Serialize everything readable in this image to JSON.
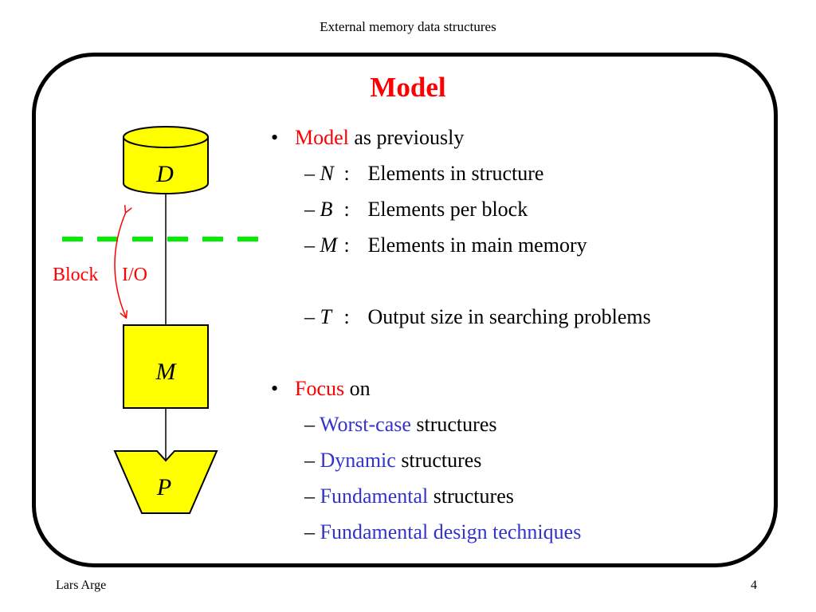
{
  "header": {
    "title": "External memory data structures"
  },
  "slide": {
    "title": "Model"
  },
  "diagram": {
    "disk_label": "D",
    "memory_label": "M",
    "processor_label": "P",
    "block_label": "Block",
    "io_label": "I/O",
    "colors": {
      "fill": "#ffff00",
      "dash": "#00ee00",
      "arrow": "#ff0000"
    }
  },
  "bullets": {
    "b1": {
      "highlight": "Model",
      "rest": "as previously"
    },
    "n": {
      "var": "N",
      "colon": ":",
      "text": "Elements in structure"
    },
    "b": {
      "var": "B",
      "colon": ":",
      "text": "Elements per block"
    },
    "m": {
      "var": "M",
      "colon": ":",
      "text": "Elements in main memory"
    },
    "t": {
      "var": "T",
      "colon": ":",
      "text": "Output size in searching problems"
    },
    "b2": {
      "highlight": "Focus",
      "rest": "on"
    },
    "f1": {
      "highlight": "Worst-case",
      "rest": "structures"
    },
    "f2": {
      "highlight": "Dynamic",
      "rest": "structures"
    },
    "f3": {
      "highlight": "Fundamental",
      "rest": "structures"
    },
    "f4": {
      "highlight": "Fundamental design techniques"
    },
    "bullet_symbol": "•",
    "dash_symbol": "–"
  },
  "footer": {
    "author": "Lars Arge",
    "page": "4"
  }
}
